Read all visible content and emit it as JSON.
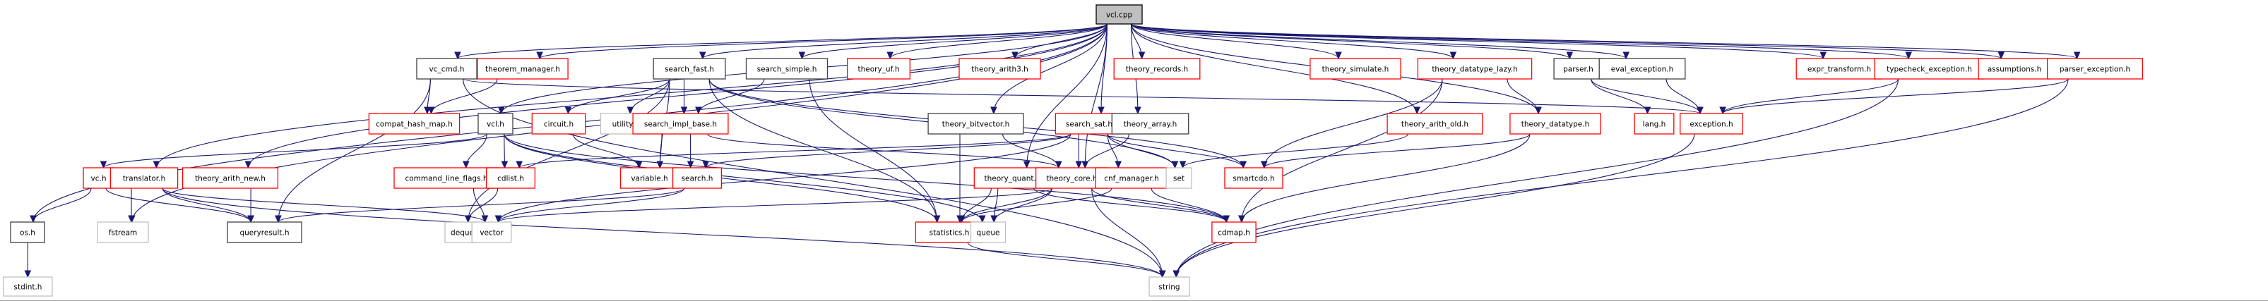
{
  "diagram": {
    "title": "vcl.cpp include dependency graph",
    "colors": {
      "edge": "#191970",
      "root_fill": "#bfbfbf",
      "root_border": "#000000",
      "documented_border": "#404040",
      "undocumented_border": "#ff0000",
      "external_border": "#bfbfbf",
      "node_fill": "#ffffff"
    },
    "nodes": [
      {
        "id": "vcl_cpp",
        "label": "vcl.cpp",
        "kind": "root"
      },
      {
        "id": "vc_cmd_h",
        "label": "vc_cmd.h",
        "kind": "documented"
      },
      {
        "id": "theorem_manager_h",
        "label": "theorem_manager.h",
        "kind": "undocumented"
      },
      {
        "id": "search_fast_h",
        "label": "search_fast.h",
        "kind": "documented"
      },
      {
        "id": "search_simple_h",
        "label": "search_simple.h",
        "kind": "documented"
      },
      {
        "id": "theory_uf_h",
        "label": "theory_uf.h",
        "kind": "undocumented"
      },
      {
        "id": "theory_arith3_h",
        "label": "theory_arith3.h",
        "kind": "undocumented"
      },
      {
        "id": "theory_records_h",
        "label": "theory_records.h",
        "kind": "undocumented"
      },
      {
        "id": "theory_simulate_h",
        "label": "theory_simulate.h",
        "kind": "undocumented"
      },
      {
        "id": "theory_datatype_lazy_h",
        "label": "theory_datatype_lazy.h",
        "kind": "undocumented"
      },
      {
        "id": "parser_h",
        "label": "parser.h",
        "kind": "documented"
      },
      {
        "id": "eval_exception_h",
        "label": "eval_exception.h",
        "kind": "documented"
      },
      {
        "id": "expr_transform_h",
        "label": "expr_transform.h",
        "kind": "undocumented"
      },
      {
        "id": "typecheck_exception_h",
        "label": "typecheck_exception.h",
        "kind": "undocumented"
      },
      {
        "id": "assumptions_h",
        "label": "assumptions.h",
        "kind": "undocumented"
      },
      {
        "id": "parser_exception_h",
        "label": "parser_exception.h",
        "kind": "undocumented"
      },
      {
        "id": "compat_hash_map_h",
        "label": "compat_hash_map.h",
        "kind": "undocumented"
      },
      {
        "id": "vcl_h",
        "label": "vcl.h",
        "kind": "documented"
      },
      {
        "id": "circuit_h",
        "label": "circuit.h",
        "kind": "undocumented"
      },
      {
        "id": "utility",
        "label": "utility",
        "kind": "external"
      },
      {
        "id": "search_impl_base_h",
        "label": "search_impl_base.h",
        "kind": "undocumented"
      },
      {
        "id": "theory_bitvector_h",
        "label": "theory_bitvector.h",
        "kind": "documented"
      },
      {
        "id": "search_sat_h",
        "label": "search_sat.h",
        "kind": "undocumented"
      },
      {
        "id": "theory_array_h",
        "label": "theory_array.h",
        "kind": "documented"
      },
      {
        "id": "theory_arith_old_h",
        "label": "theory_arith_old.h",
        "kind": "undocumented"
      },
      {
        "id": "theory_datatype_h",
        "label": "theory_datatype.h",
        "kind": "undocumented"
      },
      {
        "id": "lang_h",
        "label": "lang.h",
        "kind": "undocumented"
      },
      {
        "id": "exception_h",
        "label": "exception.h",
        "kind": "undocumented"
      },
      {
        "id": "vc_h",
        "label": "vc.h",
        "kind": "undocumented"
      },
      {
        "id": "translator_h",
        "label": "translator.h",
        "kind": "undocumented"
      },
      {
        "id": "theory_arith_new_h",
        "label": "theory_arith_new.h",
        "kind": "undocumented"
      },
      {
        "id": "command_line_flags_h",
        "label": "command_line_flags.h",
        "kind": "undocumented"
      },
      {
        "id": "cdlist_h",
        "label": "cdlist.h",
        "kind": "undocumented"
      },
      {
        "id": "variable_h",
        "label": "variable.h",
        "kind": "undocumented"
      },
      {
        "id": "search_h",
        "label": "search.h",
        "kind": "undocumented"
      },
      {
        "id": "theory_quant_h",
        "label": "theory_quant.h",
        "kind": "undocumented"
      },
      {
        "id": "theory_core_h",
        "label": "theory_core.h",
        "kind": "undocumented"
      },
      {
        "id": "cnf_manager_h",
        "label": "cnf_manager.h",
        "kind": "undocumented"
      },
      {
        "id": "set",
        "label": "set",
        "kind": "external"
      },
      {
        "id": "smartcdo_h",
        "label": "smartcdo.h",
        "kind": "undocumented"
      },
      {
        "id": "os_h",
        "label": "os.h",
        "kind": "documented"
      },
      {
        "id": "fstream",
        "label": "fstream",
        "kind": "external"
      },
      {
        "id": "queryresult_h",
        "label": "queryresult.h",
        "kind": "documented"
      },
      {
        "id": "deque",
        "label": "deque",
        "kind": "external"
      },
      {
        "id": "vector",
        "label": "vector",
        "kind": "external"
      },
      {
        "id": "statistics_h",
        "label": "statistics.h",
        "kind": "undocumented"
      },
      {
        "id": "queue",
        "label": "queue",
        "kind": "external"
      },
      {
        "id": "cdmap_h",
        "label": "cdmap.h",
        "kind": "undocumented"
      },
      {
        "id": "stdint_h",
        "label": "stdint.h",
        "kind": "external"
      },
      {
        "id": "string",
        "label": "string",
        "kind": "external"
      }
    ],
    "edges": [
      [
        "vcl_cpp",
        "vc_cmd_h"
      ],
      [
        "vcl_cpp",
        "theorem_manager_h"
      ],
      [
        "vcl_cpp",
        "search_fast_h"
      ],
      [
        "vcl_cpp",
        "search_simple_h"
      ],
      [
        "vcl_cpp",
        "theory_uf_h"
      ],
      [
        "vcl_cpp",
        "theory_arith3_h"
      ],
      [
        "vcl_cpp",
        "theory_records_h"
      ],
      [
        "vcl_cpp",
        "theory_simulate_h"
      ],
      [
        "vcl_cpp",
        "theory_datatype_lazy_h"
      ],
      [
        "vcl_cpp",
        "parser_h"
      ],
      [
        "vcl_cpp",
        "eval_exception_h"
      ],
      [
        "vcl_cpp",
        "expr_transform_h"
      ],
      [
        "vcl_cpp",
        "typecheck_exception_h"
      ],
      [
        "vcl_cpp",
        "assumptions_h"
      ],
      [
        "vcl_cpp",
        "parser_exception_h"
      ],
      [
        "vcl_cpp",
        "vcl_h"
      ],
      [
        "vcl_cpp",
        "theory_bitvector_h"
      ],
      [
        "vcl_cpp",
        "search_sat_h"
      ],
      [
        "vcl_cpp",
        "theory_array_h"
      ],
      [
        "vcl_cpp",
        "theory_arith_old_h"
      ],
      [
        "vcl_cpp",
        "theory_datatype_h"
      ],
      [
        "vcl_cpp",
        "translator_h"
      ],
      [
        "vcl_cpp",
        "theory_arith_new_h"
      ],
      [
        "vcl_cpp",
        "theory_quant_h"
      ],
      [
        "vcl_cpp",
        "theory_core_h"
      ],
      [
        "vcl_cpp",
        "os_h"
      ],
      [
        "vcl_cpp",
        "fstream"
      ],
      [
        "vc_cmd_h",
        "compat_hash_map_h"
      ],
      [
        "vc_cmd_h",
        "queryresult_h"
      ],
      [
        "vc_cmd_h",
        "exception_h"
      ],
      [
        "vc_cmd_h",
        "string"
      ],
      [
        "theorem_manager_h",
        "compat_hash_map_h"
      ],
      [
        "search_fast_h",
        "circuit_h"
      ],
      [
        "search_fast_h",
        "utility"
      ],
      [
        "search_fast_h",
        "search_impl_base_h"
      ],
      [
        "search_fast_h",
        "variable_h"
      ],
      [
        "search_fast_h",
        "set"
      ],
      [
        "search_fast_h",
        "smartcdo_h"
      ],
      [
        "search_fast_h",
        "deque"
      ],
      [
        "search_fast_h",
        "statistics_h"
      ],
      [
        "search_simple_h",
        "search_impl_base_h"
      ],
      [
        "search_simple_h",
        "statistics_h"
      ],
      [
        "vcl_h",
        "vc_h"
      ],
      [
        "vcl_h",
        "command_line_flags_h"
      ],
      [
        "vcl_h",
        "cdlist_h"
      ],
      [
        "vcl_h",
        "statistics_h"
      ],
      [
        "vcl_h",
        "cdmap_h"
      ],
      [
        "vcl_h",
        "queue"
      ],
      [
        "circuit_h",
        "variable_h"
      ],
      [
        "search_impl_base_h",
        "variable_h"
      ],
      [
        "search_impl_base_h",
        "search_h"
      ],
      [
        "search_impl_base_h",
        "theory_core_h"
      ],
      [
        "theory_bitvector_h",
        "theory_core_h"
      ],
      [
        "theory_bitvector_h",
        "statistics_h"
      ],
      [
        "search_sat_h",
        "cdlist_h"
      ],
      [
        "search_sat_h",
        "search_h"
      ],
      [
        "search_sat_h",
        "theory_core_h"
      ],
      [
        "search_sat_h",
        "cnf_manager_h"
      ],
      [
        "search_sat_h",
        "set"
      ],
      [
        "search_sat_h",
        "smartcdo_h"
      ],
      [
        "search_sat_h",
        "vector"
      ],
      [
        "theory_array_h",
        "theory_core_h"
      ],
      [
        "theory_arith_old_h",
        "set"
      ],
      [
        "theory_datatype_lazy_h",
        "theory_datatype_h"
      ],
      [
        "theory_datatype_lazy_h",
        "smartcdo_h"
      ],
      [
        "theory_datatype_lazy_h",
        "cdmap_h"
      ],
      [
        "theory_datatype_h",
        "smartcdo_h"
      ],
      [
        "theory_datatype_h",
        "cdmap_h"
      ],
      [
        "parser_h",
        "lang_h"
      ],
      [
        "parser_h",
        "exception_h"
      ],
      [
        "eval_exception_h",
        "exception_h"
      ],
      [
        "typecheck_exception_h",
        "exception_h"
      ],
      [
        "typecheck_exception_h",
        "string"
      ],
      [
        "parser_exception_h",
        "exception_h"
      ],
      [
        "parser_exception_h",
        "string"
      ],
      [
        "exception_h",
        "string"
      ],
      [
        "vc_h",
        "os_h"
      ],
      [
        "vc_h",
        "queryresult_h"
      ],
      [
        "translator_h",
        "fstream"
      ],
      [
        "translator_h",
        "queryresult_h"
      ],
      [
        "translator_h",
        "vector"
      ],
      [
        "translator_h",
        "string"
      ],
      [
        "theory_arith_new_h",
        "queryresult_h"
      ],
      [
        "command_line_flags_h",
        "vector"
      ],
      [
        "cdlist_h",
        "deque"
      ],
      [
        "search_h",
        "queryresult_h"
      ],
      [
        "search_h",
        "vector"
      ],
      [
        "theory_quant_h",
        "statistics_h"
      ],
      [
        "theory_quant_h",
        "queue"
      ],
      [
        "theory_quant_h",
        "cdmap_h"
      ],
      [
        "theory_core_h",
        "statistics_h"
      ],
      [
        "theory_core_h",
        "queue"
      ],
      [
        "theory_core_h",
        "cdmap_h"
      ],
      [
        "theory_core_h",
        "string"
      ],
      [
        "theory_core_h",
        "vector"
      ],
      [
        "cnf_manager_h",
        "statistics_h"
      ],
      [
        "cnf_manager_h",
        "cdmap_h"
      ],
      [
        "statistics_h",
        "string"
      ],
      [
        "os_h",
        "stdint_h"
      ]
    ]
  }
}
